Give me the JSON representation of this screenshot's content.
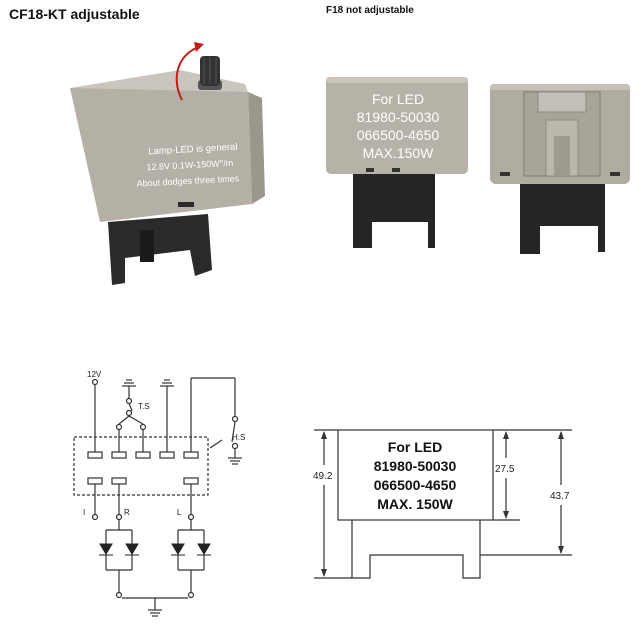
{
  "captions": {
    "left": "CF18-KT adjustable",
    "right": "F18 not adjustable"
  },
  "relay1": {
    "line1": "Lamp-LED is general",
    "line2": "12.8V 0.1W-150W°/m",
    "line3": "About dodges three times"
  },
  "relay2": {
    "line1": "For LED",
    "line2": "81980-50030",
    "line3": "066500-4650",
    "line4": "MAX.150W"
  },
  "schematic": {
    "v12": "12V",
    "ts": "T.S",
    "hs": "H.S",
    "pin_i": "I",
    "pin_r": "R",
    "pin_l": "L"
  },
  "dimension": {
    "line1": "For LED",
    "line2": "81980-50030",
    "line3": "066500-4650",
    "line4": "MAX. 150W",
    "dim_left": "49.2",
    "dim_inner": "27.5",
    "dim_right": "43.7"
  },
  "colors": {
    "relay_body": "#b5b0a6",
    "relay_top": "#c9c5bc",
    "relay_text": "#ffffff",
    "connector": "#2a2a2a",
    "knob": "#333333",
    "arrow": "#c0201a",
    "line": "#333333"
  }
}
